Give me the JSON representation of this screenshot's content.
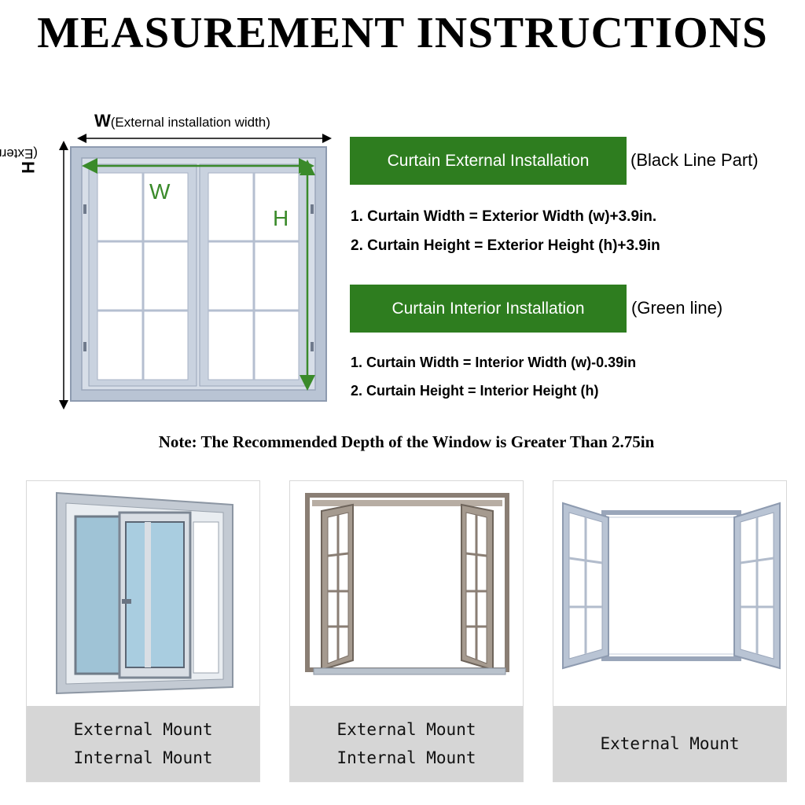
{
  "header": {
    "title": "MEASUREMENT INSTRUCTIONS"
  },
  "diagram": {
    "width_letter": "W",
    "width_caption": "(External installation width)",
    "height_letter": "H",
    "height_caption": "(External installation height)",
    "inner_w": "W",
    "inner_h": "H"
  },
  "external": {
    "badge": "Curtain External Installation",
    "note": "(Black Line Part)",
    "line1": "1. Curtain Width = Exterior Width (w)+3.9in.",
    "line2": "2. Curtain Height = Exterior Height (h)+3.9in"
  },
  "interior": {
    "badge": "Curtain Interior Installation",
    "note": "(Green line)",
    "line1": "1. Curtain Width = Interior Width (w)-0.39in",
    "line2": "2. Curtain Height = Interior Height (h)"
  },
  "note": "Note: The Recommended Depth of the Window is Greater Than 2.75in",
  "cards": [
    {
      "line1": "External Mount",
      "line2": "Internal Mount"
    },
    {
      "line1": "External Mount",
      "line2": "Internal Mount"
    },
    {
      "line1": "External Mount"
    }
  ],
  "colors": {
    "green_badge": "#2e7d1f",
    "green_line": "#3a8a2a",
    "frame": "#aab6c8",
    "caption_bg": "#d6d6d6"
  }
}
